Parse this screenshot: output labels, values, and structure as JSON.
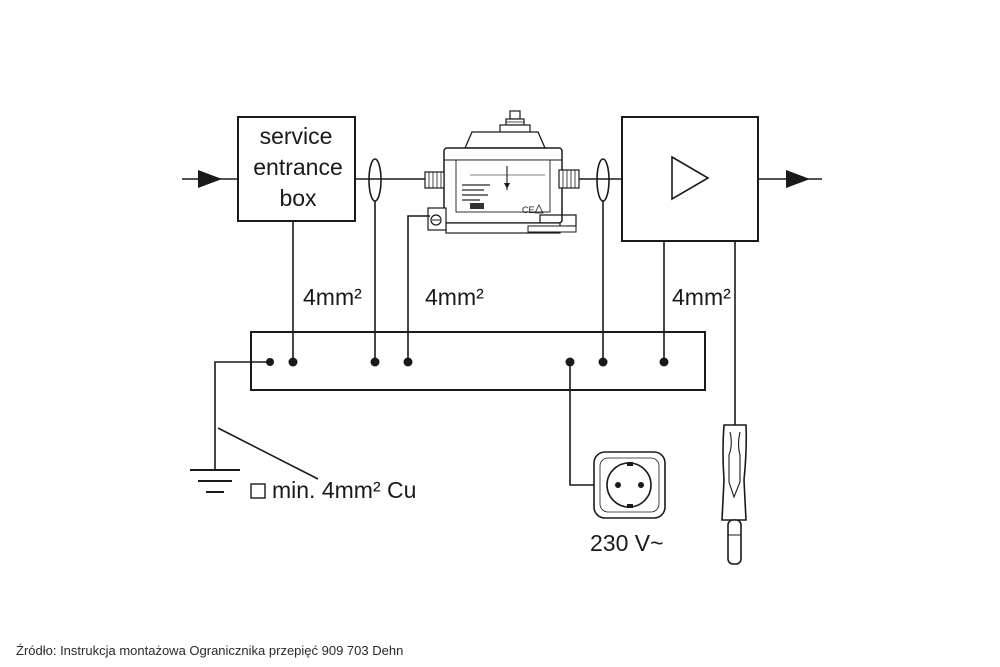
{
  "service_box": {
    "lines": [
      "service",
      "entrance",
      "box"
    ]
  },
  "wire_labels": {
    "left": "4mm²",
    "middle": "4mm²",
    "right": "4mm²"
  },
  "earth_label": {
    "symbol": "□",
    "text": "min. 4mm² Cu"
  },
  "socket_label": "230 V~",
  "device_marks": {
    "ce": "CE"
  },
  "caption": "Źródło: Instrukcja montażowa Ogranicznika przepięć 909 703 Dehn"
}
